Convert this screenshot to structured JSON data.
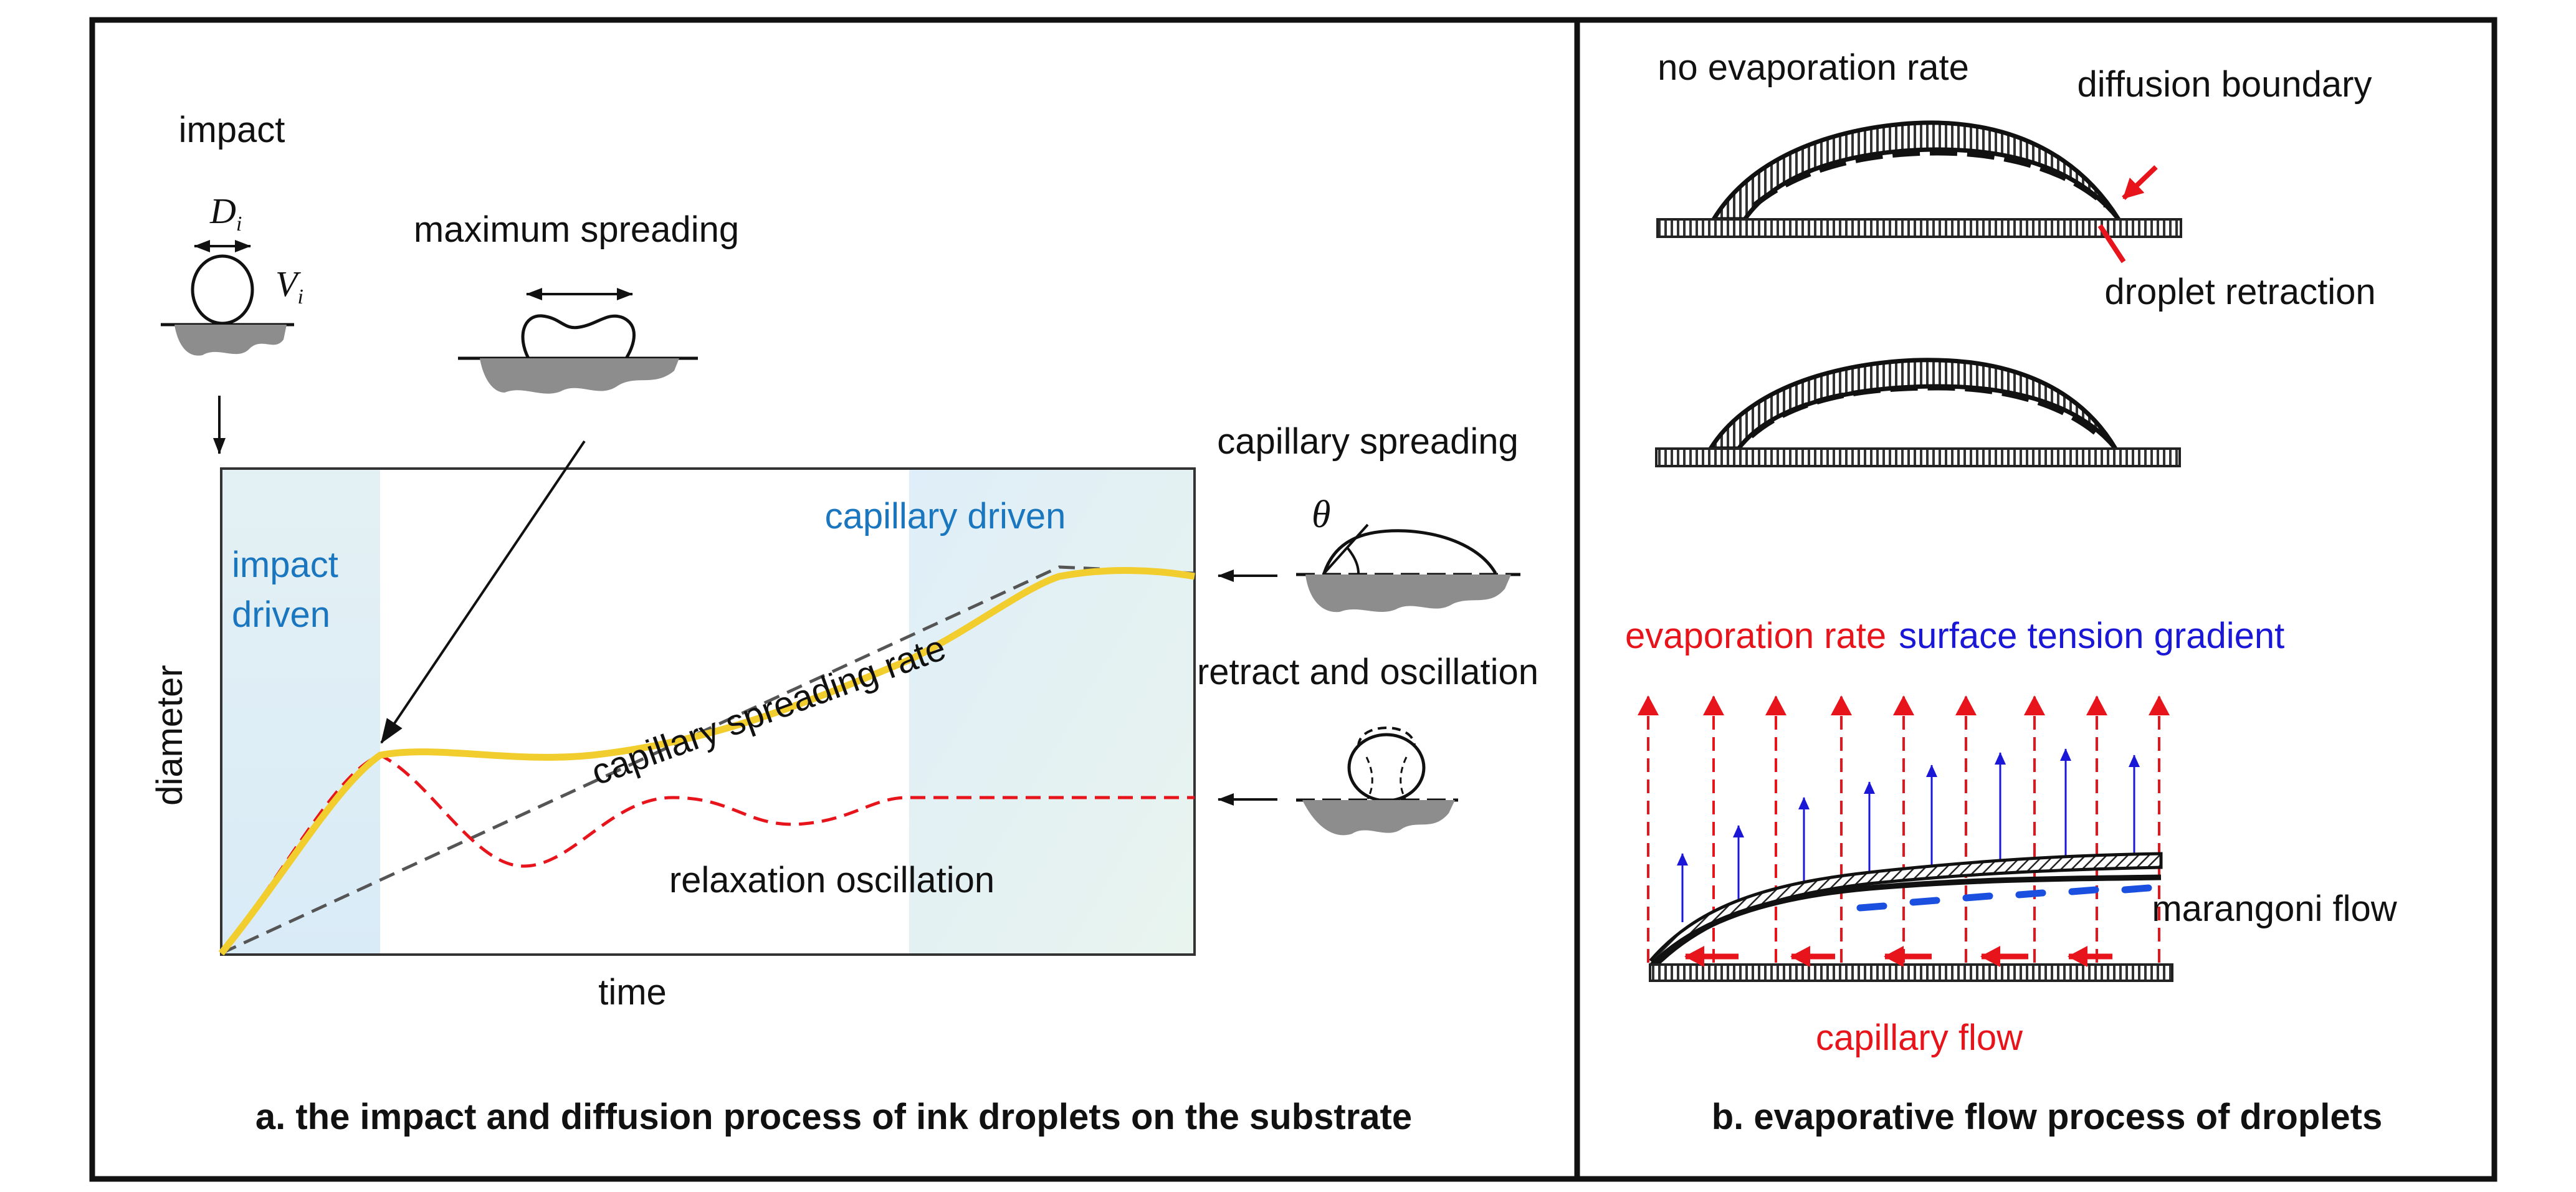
{
  "panel_a": {
    "caption": "a. the impact and diffusion process of ink droplets on the substrate",
    "chart": {
      "xlabel": "time",
      "ylabel": "diameter",
      "region_impact": [
        "impact",
        "driven"
      ],
      "region_capillary": "capillary driven",
      "curve_labels": {
        "spreading_rate": "capillary spreading rate",
        "relaxation": "relaxation oscillation"
      }
    },
    "stages": {
      "impact": "impact",
      "diameter_symbol": "D",
      "diameter_sub": "i",
      "velocity_symbol": "V",
      "velocity_sub": "i",
      "max_spreading": "maximum spreading",
      "capillary_spreading": "capillary spreading",
      "angle_symbol": "θ",
      "retract": "retract and oscillation"
    },
    "colors": {
      "diameter_curve": "#f2cd2e",
      "oscillation_curve": "#e8141b",
      "reference_line": "#555555",
      "region_impact": "#ddeef7",
      "region_capillary": "#e4f1ee",
      "region_label": "#1a77bf"
    }
  },
  "panel_b": {
    "caption": "b. evaporative flow process of droplets",
    "labels": {
      "no_evap": "no evaporation rate",
      "diffusion_boundary": "diffusion boundary",
      "droplet_retraction": "droplet retraction",
      "evaporation_rate": "evaporation rate",
      "surface_tension": "surface tension gradient",
      "marangoni": "marangoni flow",
      "capillary_flow": "capillary flow"
    },
    "colors": {
      "evaporation": "#e8141b",
      "surface_tension": "#1a17d6",
      "marangoni_arrows": "#1a4fe0",
      "capillary_arrows": "#e8141b"
    }
  }
}
